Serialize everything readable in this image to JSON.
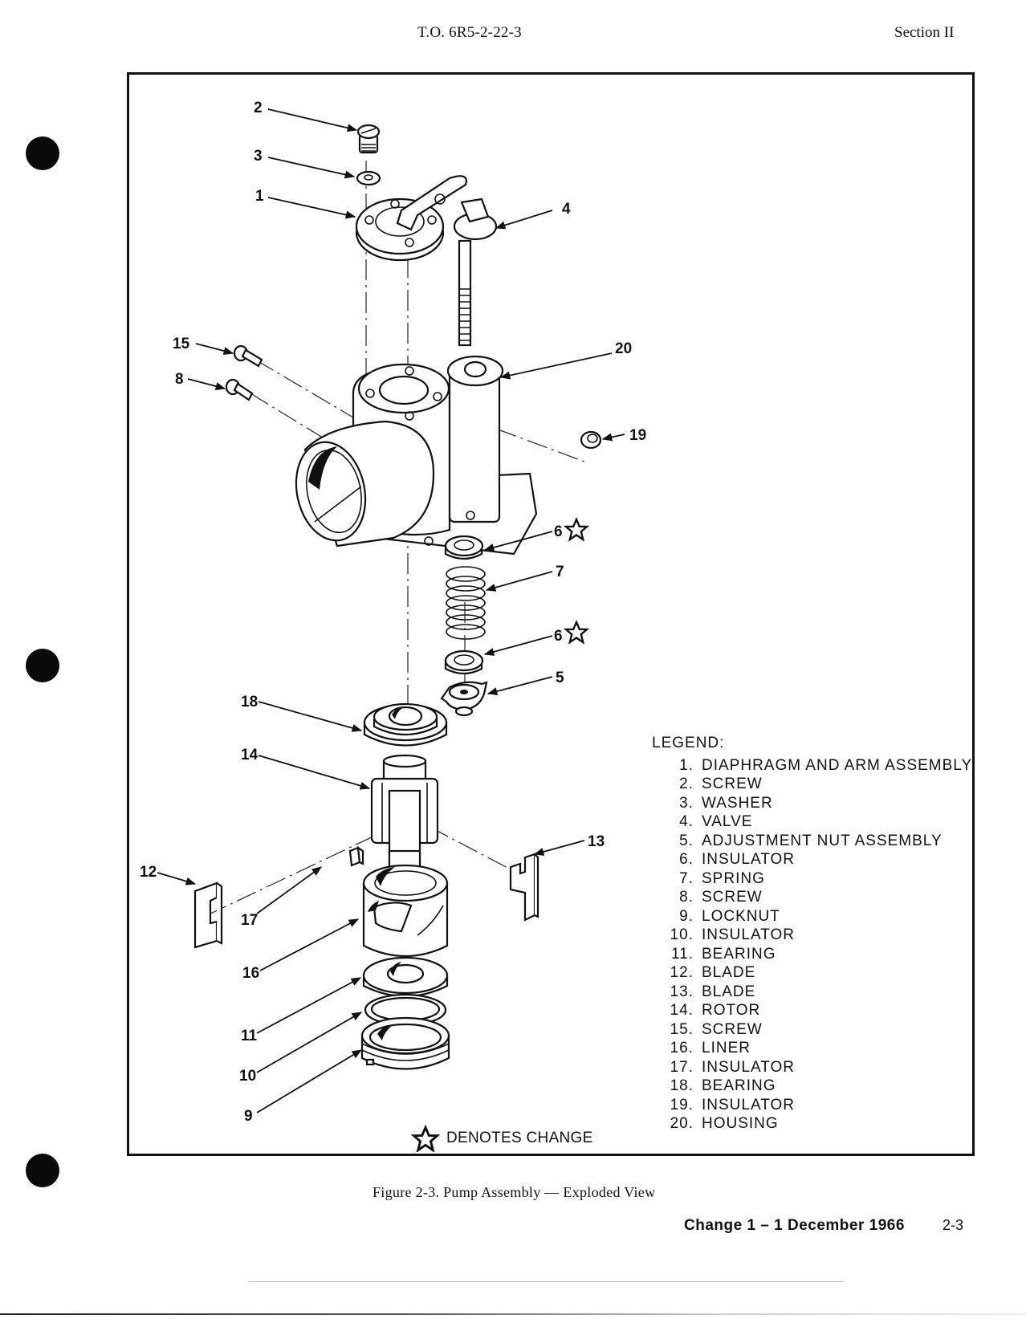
{
  "header": {
    "tech_order": "T.O. 6R5-2-22-3",
    "section": "Section II"
  },
  "figure": {
    "caption": "Figure 2-3.  Pump Assembly — Exploded View",
    "denotes_change": "DENOTES CHANGE",
    "change_icon": "star-outline-icon",
    "callouts": [
      {
        "id": "c2",
        "label": "2"
      },
      {
        "id": "c3",
        "label": "3"
      },
      {
        "id": "c1",
        "label": "1"
      },
      {
        "id": "c4",
        "label": "4"
      },
      {
        "id": "c15",
        "label": "15"
      },
      {
        "id": "c8",
        "label": "8"
      },
      {
        "id": "c20",
        "label": "20"
      },
      {
        "id": "c19",
        "label": "19"
      },
      {
        "id": "c6a",
        "label": "6",
        "changed": true
      },
      {
        "id": "c7",
        "label": "7"
      },
      {
        "id": "c6b",
        "label": "6",
        "changed": true
      },
      {
        "id": "c5",
        "label": "5"
      },
      {
        "id": "c18",
        "label": "18"
      },
      {
        "id": "c14",
        "label": "14"
      },
      {
        "id": "c13",
        "label": "13"
      },
      {
        "id": "c12",
        "label": "12"
      },
      {
        "id": "c17",
        "label": "17"
      },
      {
        "id": "c16",
        "label": "16"
      },
      {
        "id": "c11",
        "label": "11"
      },
      {
        "id": "c10",
        "label": "10"
      },
      {
        "id": "c9",
        "label": "9"
      }
    ]
  },
  "legend": {
    "title": "LEGEND:",
    "items": [
      {
        "num": "1.",
        "text": "DIAPHRAGM AND ARM ASSEMBLY"
      },
      {
        "num": "2.",
        "text": "SCREW"
      },
      {
        "num": "3.",
        "text": "WASHER"
      },
      {
        "num": "4.",
        "text": "VALVE"
      },
      {
        "num": "5.",
        "text": "ADJUSTMENT NUT ASSEMBLY"
      },
      {
        "num": "6.",
        "text": "INSULATOR"
      },
      {
        "num": "7.",
        "text": "SPRING"
      },
      {
        "num": "8.",
        "text": "SCREW"
      },
      {
        "num": "9.",
        "text": "LOCKNUT"
      },
      {
        "num": "10.",
        "text": "INSULATOR"
      },
      {
        "num": "11.",
        "text": "BEARING"
      },
      {
        "num": "12.",
        "text": "BLADE"
      },
      {
        "num": "13.",
        "text": "BLADE"
      },
      {
        "num": "14.",
        "text": "ROTOR"
      },
      {
        "num": "15.",
        "text": "SCREW"
      },
      {
        "num": "16.",
        "text": "LINER"
      },
      {
        "num": "17.",
        "text": "INSULATOR"
      },
      {
        "num": "18.",
        "text": "BEARING"
      },
      {
        "num": "19.",
        "text": "INSULATOR"
      },
      {
        "num": "20.",
        "text": "HOUSING"
      }
    ]
  },
  "footer": {
    "change_notice": "Change 1 – 1 December 1966",
    "page_number": "2-3"
  }
}
